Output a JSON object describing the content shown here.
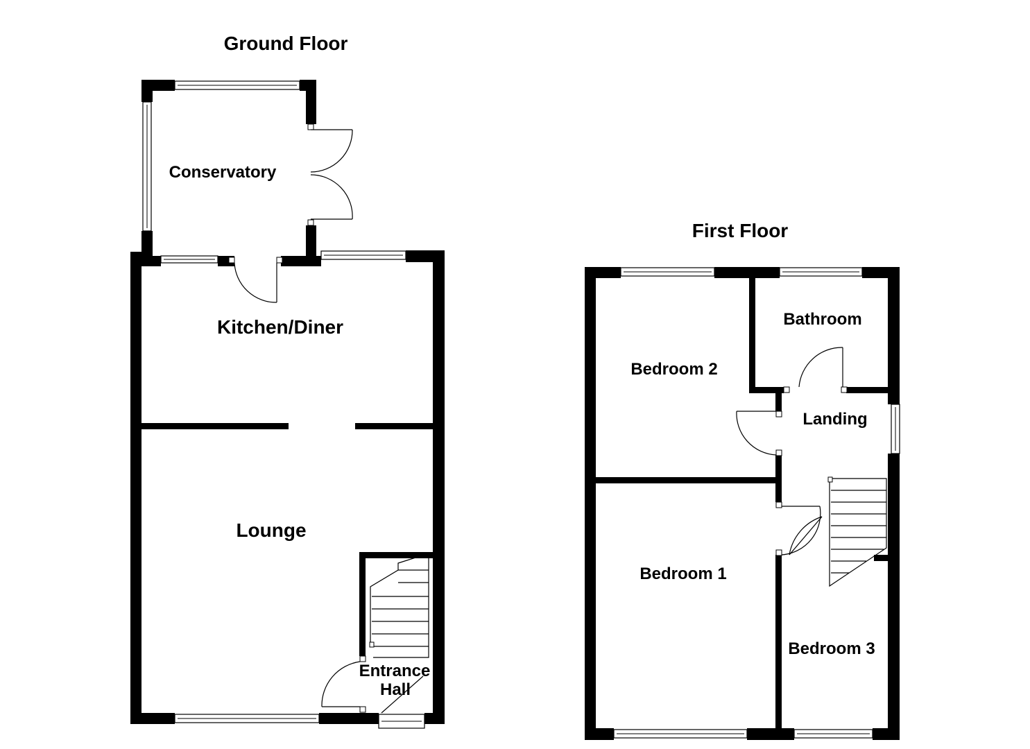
{
  "floors": {
    "ground": {
      "title": "Ground Floor",
      "rooms": {
        "conservatory": "Conservatory",
        "kitchen": "Kitchen/Diner",
        "lounge": "Lounge",
        "entrance_line1": "Entrance",
        "entrance_line2": "Hall"
      }
    },
    "first": {
      "title": "First Floor",
      "rooms": {
        "bedroom2": "Bedroom 2",
        "bathroom": "Bathroom",
        "landing": "Landing",
        "bedroom1": "Bedroom 1",
        "bedroom3": "Bedroom 3"
      }
    }
  },
  "colors": {
    "wall": "#000000",
    "background": "#ffffff"
  }
}
